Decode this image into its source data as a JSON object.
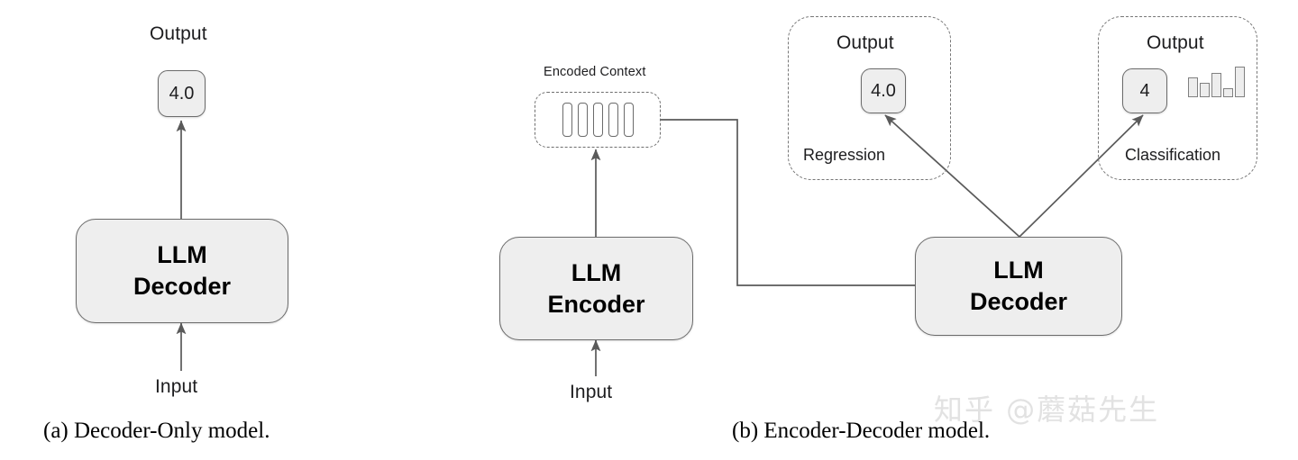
{
  "figure": {
    "panels": [
      {
        "id": "decoder-only",
        "caption": "(a) Decoder-Only model.",
        "output_label": "Output",
        "output_value": "4.0",
        "model_line1": "LLM",
        "model_line2": "Decoder",
        "input_label": "Input"
      },
      {
        "id": "encoder-decoder",
        "caption": "(b) Encoder-Decoder model.",
        "encoded_context_label": "Encoded Context",
        "encoded_context_bars": 5,
        "encoder_line1": "LLM",
        "encoder_line2": "Encoder",
        "input_label": "Input",
        "decoder_line1": "LLM",
        "decoder_line2": "Decoder",
        "heads": [
          {
            "id": "regression",
            "output_label": "Output",
            "output_value": "4.0",
            "task_label": "Regression"
          },
          {
            "id": "classification",
            "output_label": "Output",
            "output_value": "4",
            "task_label": "Classification",
            "chart_icon_bars": [
              22,
              16,
              27,
              10,
              34
            ]
          }
        ]
      }
    ]
  },
  "watermark": {
    "text": "知乎 @蘑菇先生"
  },
  "colors": {
    "box_fill": "#eeeeee",
    "box_stroke": "#6b6b6b",
    "dashed_stroke": "#777777",
    "arrow": "#5a5a5a",
    "text": "#1d1d1f",
    "watermark": "#e2e2e2"
  },
  "chart_data": {
    "type": "diagram",
    "title": "Decoder-Only vs Encoder-Decoder LLM architectures",
    "nodes": [
      {
        "id": "a-input",
        "label": "Input",
        "panel": "a"
      },
      {
        "id": "a-decoder",
        "label": "LLM Decoder",
        "panel": "a"
      },
      {
        "id": "a-output",
        "label": "4.0",
        "panel": "a"
      },
      {
        "id": "b-input",
        "label": "Input",
        "panel": "b"
      },
      {
        "id": "b-encoder",
        "label": "LLM Encoder",
        "panel": "b"
      },
      {
        "id": "b-context",
        "label": "Encoded Context",
        "panel": "b"
      },
      {
        "id": "b-decoder",
        "label": "LLM Decoder",
        "panel": "b"
      },
      {
        "id": "b-regression",
        "label": "4.0",
        "panel": "b"
      },
      {
        "id": "b-classification",
        "label": "4",
        "panel": "b"
      }
    ],
    "edges": [
      {
        "from": "a-input",
        "to": "a-decoder"
      },
      {
        "from": "a-decoder",
        "to": "a-output"
      },
      {
        "from": "b-input",
        "to": "b-encoder"
      },
      {
        "from": "b-encoder",
        "to": "b-context"
      },
      {
        "from": "b-context",
        "to": "b-decoder"
      },
      {
        "from": "b-decoder",
        "to": "b-regression"
      },
      {
        "from": "b-decoder",
        "to": "b-classification"
      }
    ]
  }
}
